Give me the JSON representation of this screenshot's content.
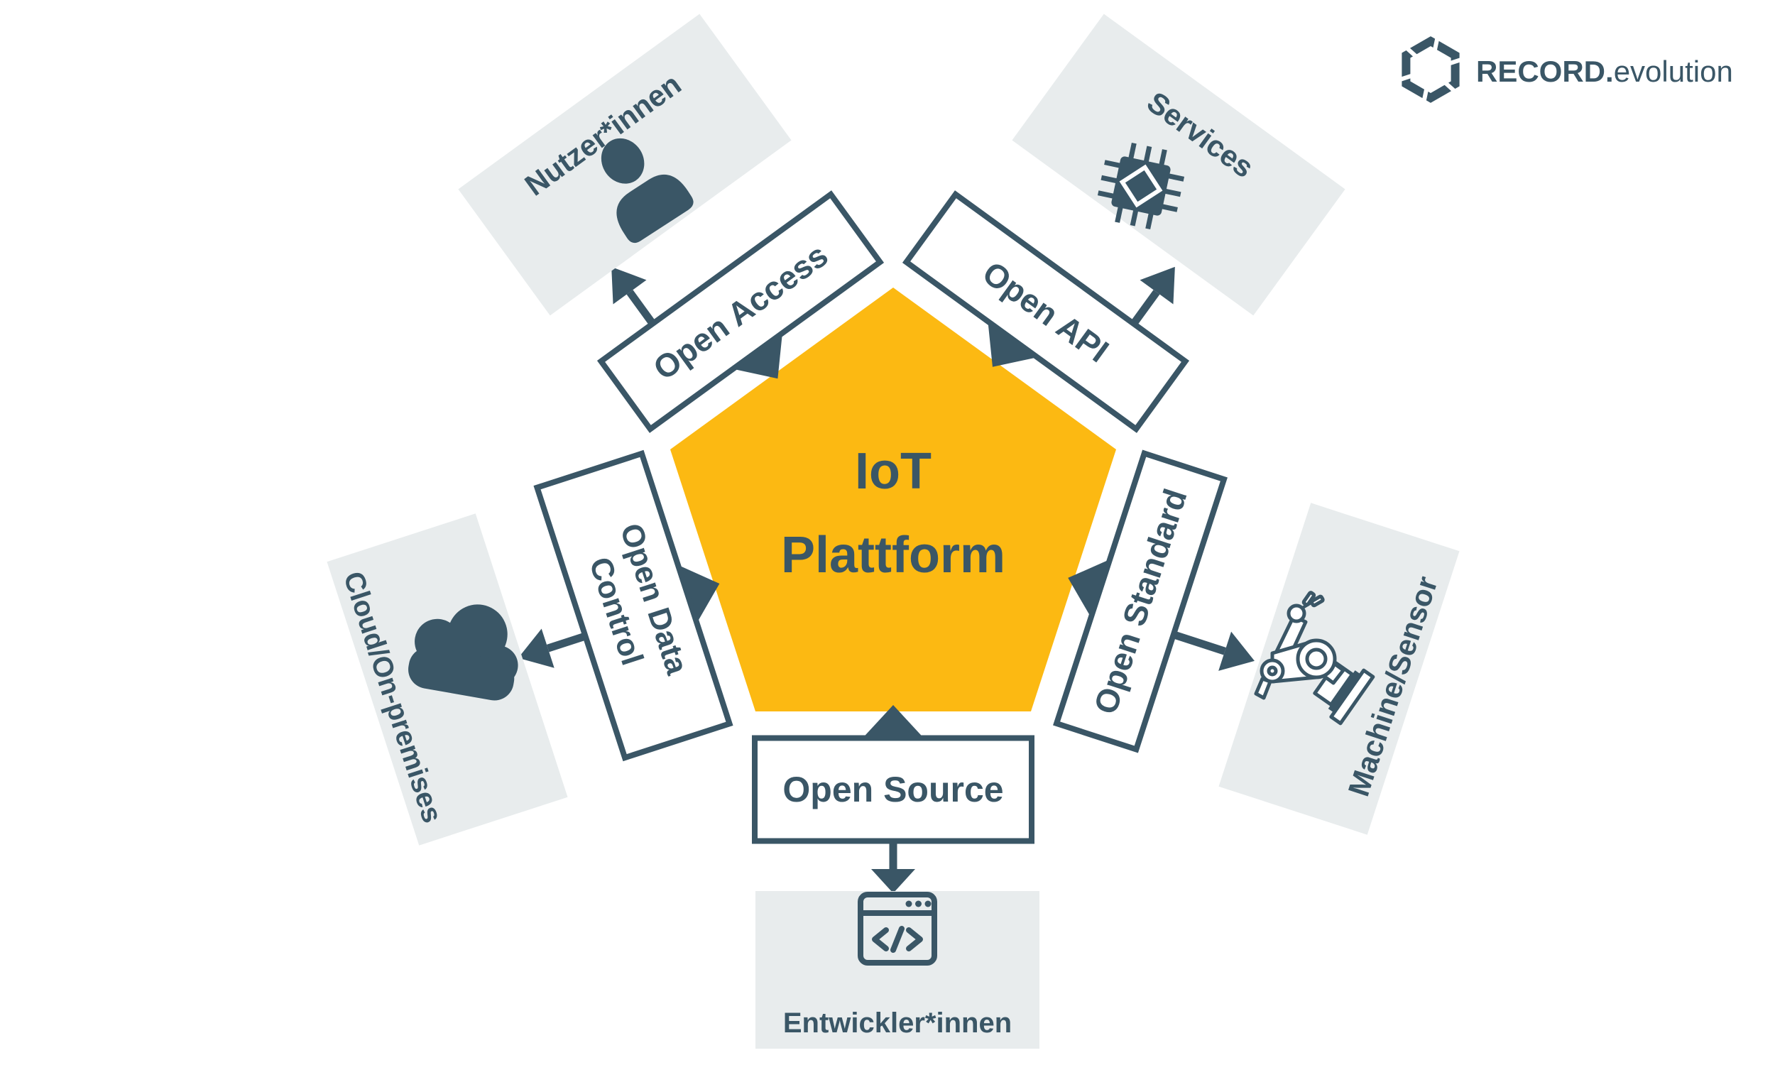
{
  "brand": {
    "name_bold": "RECORD.",
    "name_light": "evolution"
  },
  "pentagon": {
    "title_line1": "IoT",
    "title_line2": "Plattform"
  },
  "spokes": [
    {
      "label": "Open Access"
    },
    {
      "label": "Open API"
    },
    {
      "label_line1": "Open Data",
      "label_line2": "Control"
    },
    {
      "label": "Open Standard"
    },
    {
      "label": "Open Source"
    }
  ],
  "nodes": [
    {
      "label": "Nutzer*innen",
      "icon": "user-icon"
    },
    {
      "label": "Services",
      "icon": "chip-icon"
    },
    {
      "label": "Cloud/On-premises",
      "icon": "cloud-icon"
    },
    {
      "label": "Machine/Sensor",
      "icon": "robot-arm-icon"
    },
    {
      "label": "Entwickler*innen",
      "icon": "code-window-icon"
    }
  ],
  "colors": {
    "accent": "#FCB912",
    "ink": "#3A5666",
    "panel": "#E8ECED",
    "background": "#FFFFFF"
  }
}
